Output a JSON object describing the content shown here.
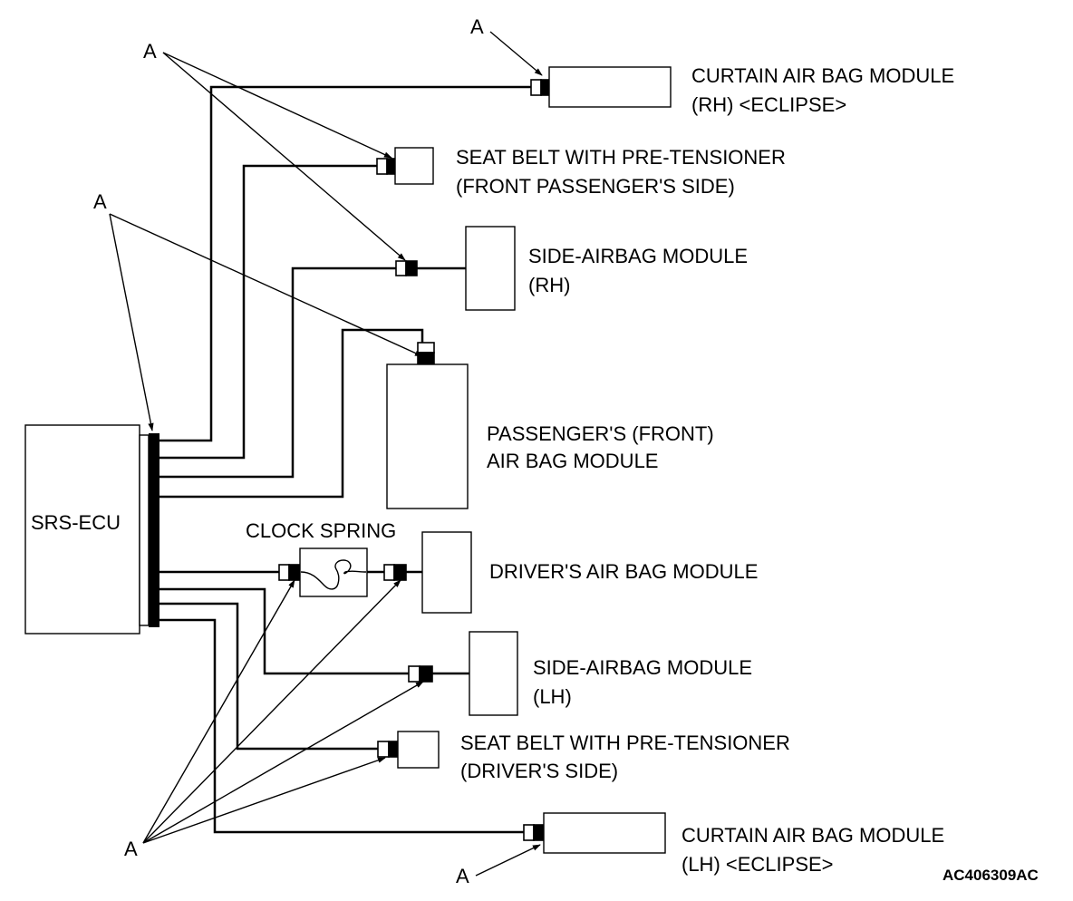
{
  "ecu": {
    "label": "SRS-ECU"
  },
  "components": {
    "curtain_rh": {
      "line1": "CURTAIN AIR BAG MODULE",
      "line2": "(RH) <ECLIPSE>"
    },
    "seatbelt_passenger": {
      "line1": "SEAT BELT WITH PRE-TENSIONER",
      "line2": "(FRONT PASSENGER'S SIDE)"
    },
    "side_airbag_rh": {
      "line1": "SIDE-AIRBAG MODULE",
      "line2": "(RH)"
    },
    "passenger_front": {
      "line1": "PASSENGER'S (FRONT)",
      "line2": "AIR BAG MODULE"
    },
    "clock_spring": {
      "label": "CLOCK SPRING"
    },
    "driver_airbag": {
      "line1": "DRIVER'S AIR BAG MODULE"
    },
    "side_airbag_lh": {
      "line1": "SIDE-AIRBAG MODULE",
      "line2": "(LH)"
    },
    "seatbelt_driver": {
      "line1": "SEAT BELT WITH PRE-TENSIONER",
      "line2": "(DRIVER'S SIDE)"
    },
    "curtain_lh": {
      "line1": "CURTAIN AIR BAG MODULE",
      "line2": "(LH) <ECLIPSE>"
    }
  },
  "connector_callout": "A",
  "figure_code": "AC406309AC"
}
